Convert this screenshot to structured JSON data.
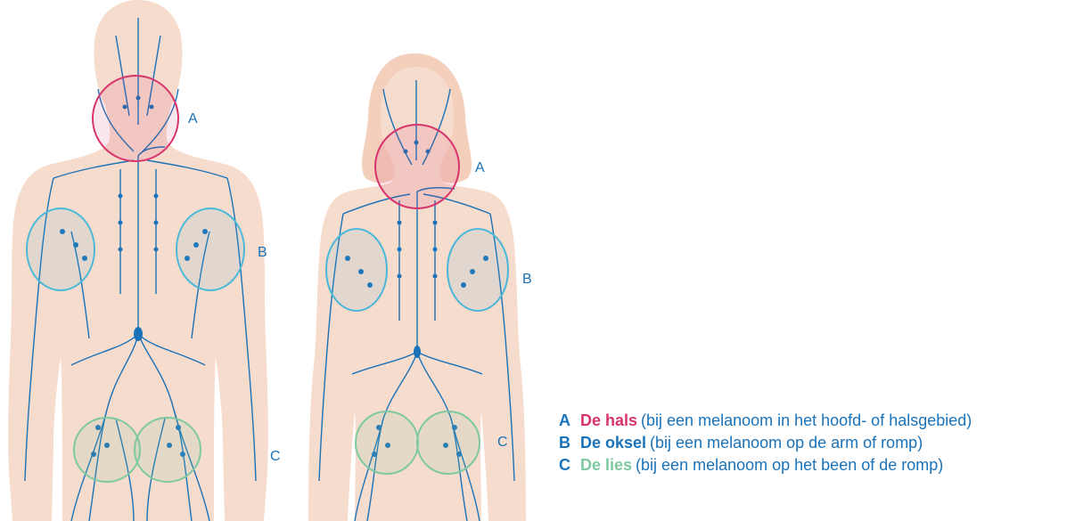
{
  "colors": {
    "skin": "#f6dccd",
    "vessel": "#1a72b8",
    "neck": "#d9336b",
    "armpit": "#4ab8d8",
    "groin": "#7fc9a0",
    "text": "#1a72b8"
  },
  "figures": {
    "man": {
      "label_a": "A",
      "label_b": "B",
      "label_c": "C"
    },
    "woman": {
      "label_a": "A",
      "label_b": "B",
      "label_c": "C"
    }
  },
  "legend": [
    {
      "letter": "A",
      "term": "De hals",
      "desc": "(bij een melanoom in het hoofd- of halsgebied)",
      "color": "#d9336b"
    },
    {
      "letter": "B",
      "term": "De oksel",
      "desc": "(bij een melanoom op de arm of romp)",
      "color": "#1a72b8"
    },
    {
      "letter": "C",
      "term": "De lies",
      "desc": "(bij een melanoom op het been of de romp)",
      "color": "#7fc9a0"
    }
  ]
}
